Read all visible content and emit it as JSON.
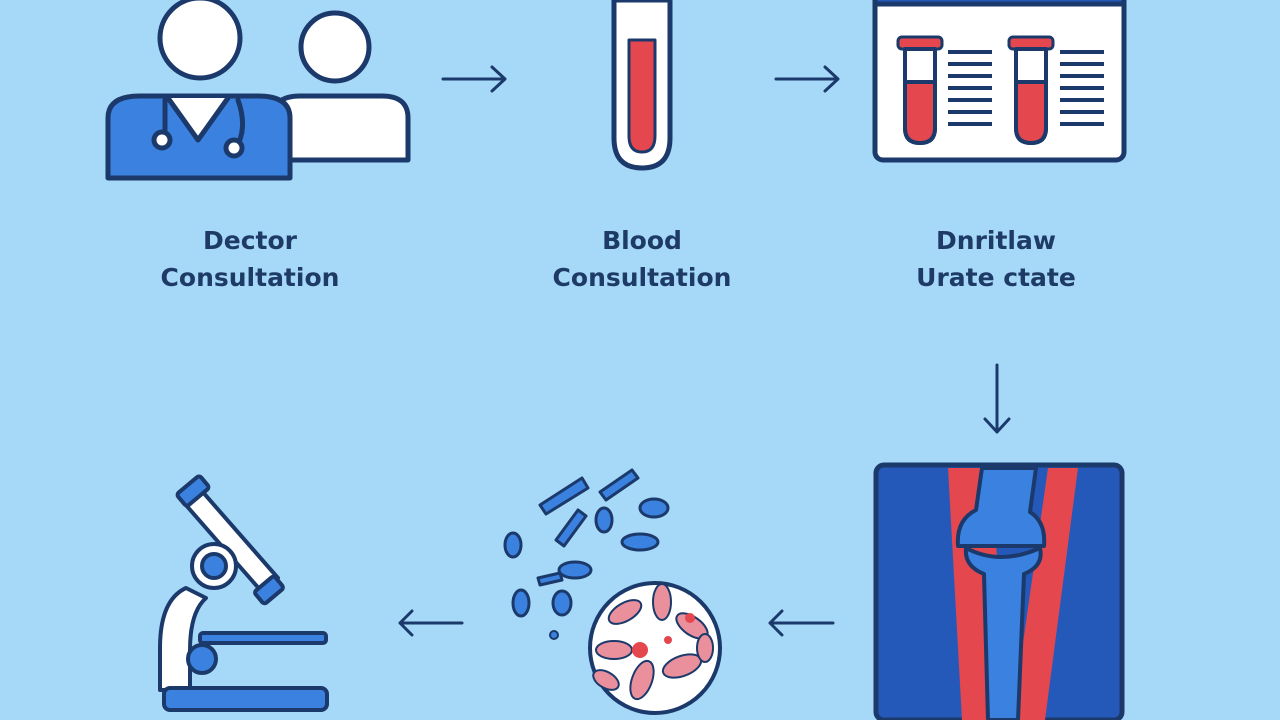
{
  "colors": {
    "background": "#a6d8f8",
    "outline": "#1b3a6b",
    "label_text": "#1e3a66",
    "accent_blue": "#3b82e0",
    "dark_blue": "#2459ba",
    "blood_red": "#e5474f",
    "tissue_pink": "#e9909c",
    "white": "#ffffff"
  },
  "steps": [
    {
      "line1": "Dector",
      "line2": "Consultation",
      "icon": "doctor-patient-icon"
    },
    {
      "line1": "Blood",
      "line2": "Consultation",
      "icon": "test-tube-icon"
    },
    {
      "line1": "Dnritlaw",
      "line2": "Urate ctate",
      "icon": "lab-report-icon"
    },
    {
      "icon": "knee-xray-icon"
    },
    {
      "icon": "crystals-cells-icon"
    },
    {
      "icon": "microscope-icon"
    }
  ],
  "connectors": [
    {
      "direction": "right",
      "icon": "arrow-right-icon"
    },
    {
      "direction": "right",
      "icon": "arrow-right-icon"
    },
    {
      "direction": "down",
      "icon": "arrow-down-icon"
    },
    {
      "direction": "left",
      "icon": "arrow-left-icon"
    },
    {
      "direction": "left",
      "icon": "arrow-left-icon"
    }
  ]
}
